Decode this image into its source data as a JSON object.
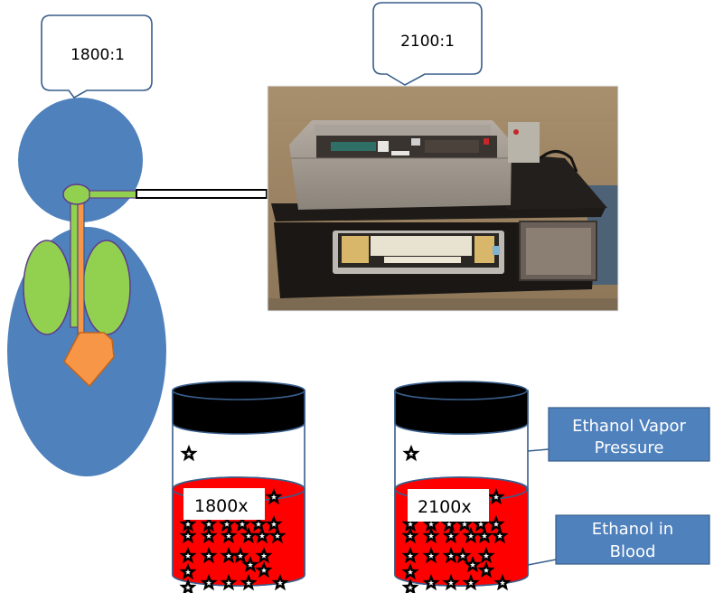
{
  "colors": {
    "body_blue": "#4f81bd",
    "outline_blue": "#385d8a",
    "lung_green": "#92d050",
    "lung_outline": "#5f3c8a",
    "organ_orange": "#f79646",
    "organ_outline": "#c0651b",
    "blood_red": "#ff0000",
    "lid_black": "#000000",
    "label_box_blue": "#4f81bd"
  },
  "callouts": {
    "body_ratio": "1800:1",
    "instrument_ratio": "2100:1"
  },
  "photo": {
    "subject": "breath alcohol testing instrument on cart with keyboard drawer"
  },
  "jars": [
    {
      "label": "1800x",
      "vapor_stars": 1,
      "blood_stars": 26
    },
    {
      "label": "2100x",
      "vapor_stars": 1,
      "blood_stars": 26
    }
  ],
  "labels": {
    "vapor": [
      "Ethanol Vapor",
      "Pressure"
    ],
    "blood": [
      "Ethanol in",
      "Blood"
    ]
  }
}
